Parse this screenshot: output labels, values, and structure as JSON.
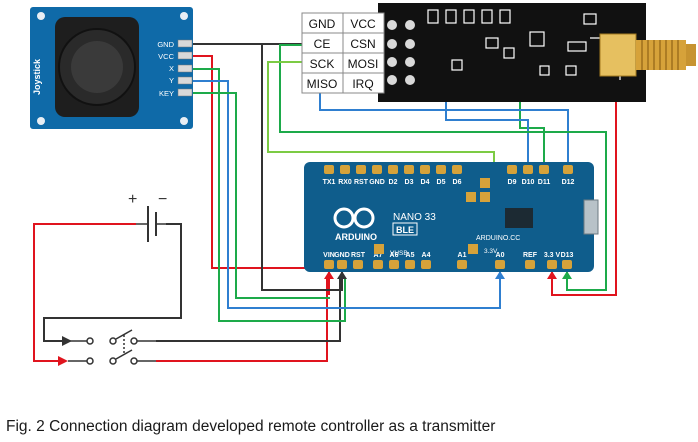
{
  "caption": "Fig. 2 Connection diagram developed remote controller as a transmitter",
  "joystick": {
    "label": "Joystick",
    "pins": [
      "GND",
      "VCC",
      "X",
      "Y",
      "KEY"
    ]
  },
  "nrf_pin_table": [
    [
      "GND",
      "VCC"
    ],
    [
      "CE",
      "CSN"
    ],
    [
      "SCK",
      "MOSI"
    ],
    [
      "MISO",
      "IRQ"
    ]
  ],
  "battery": {
    "plus": "+",
    "minus": "−"
  },
  "arduino": {
    "brand": "ARDUINO",
    "model": "NANO 33",
    "variant": "BLE",
    "site": "ARDUINO.CC",
    "vusb": "VUSB",
    "v33": "3.3V",
    "top_pins": [
      "TX1",
      "RX0",
      "RST",
      "GND",
      "D2",
      "D3",
      "D4",
      "D5",
      "D6",
      "D9",
      "D10",
      "D11",
      "D12"
    ],
    "bottom_pins": [
      "VIN",
      "GND",
      "RST",
      "A7",
      "A6",
      "A5",
      "A4",
      "A1",
      "A0",
      "REF",
      "3.3 V",
      "D13"
    ]
  },
  "colors": {
    "red": "#e0141e",
    "black": "#333333",
    "green": "#1daa4a",
    "lightgreen": "#7ccb44",
    "blue": "#2f7fd0",
    "board": "#0f5d8c",
    "gold": "#d6a23a"
  }
}
